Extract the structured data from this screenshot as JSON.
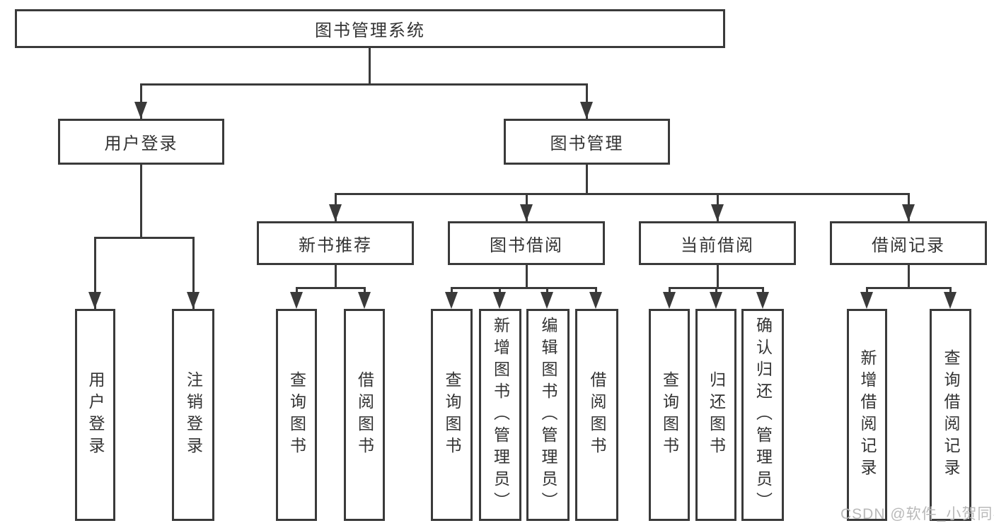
{
  "diagram": {
    "title": "图书管理系统",
    "root": {
      "label": "图书管理系统"
    },
    "level2": [
      {
        "label": "用户登录"
      },
      {
        "label": "图书管理"
      }
    ],
    "level3": [
      {
        "label": "新书推荐"
      },
      {
        "label": "图书借阅"
      },
      {
        "label": "当前借阅"
      },
      {
        "label": "借阅记录"
      }
    ],
    "leaves": {
      "user_login": [
        {
          "label": "用户登录"
        },
        {
          "label": "注销登录"
        }
      ],
      "new_books": [
        {
          "label": "查询图书"
        },
        {
          "label": "借阅图书"
        }
      ],
      "book_borrow": [
        {
          "label": "查询图书"
        },
        {
          "label": "新增图书（管理员）"
        },
        {
          "label": "编辑图书（管理员）"
        },
        {
          "label": "借阅图书"
        }
      ],
      "current_borrow": [
        {
          "label": "查询图书"
        },
        {
          "label": "归还图书"
        },
        {
          "label": "确认归还（管理员）"
        }
      ],
      "borrow_records": [
        {
          "label": "新增借阅记录"
        },
        {
          "label": "查询借阅记录"
        }
      ]
    }
  },
  "watermark": {
    "text": "CSDN @软件_小贺同学"
  },
  "colors": {
    "line": "#3a3a3a",
    "text": "#333333",
    "watermark": "#b9b9b9",
    "background": "#ffffff"
  }
}
